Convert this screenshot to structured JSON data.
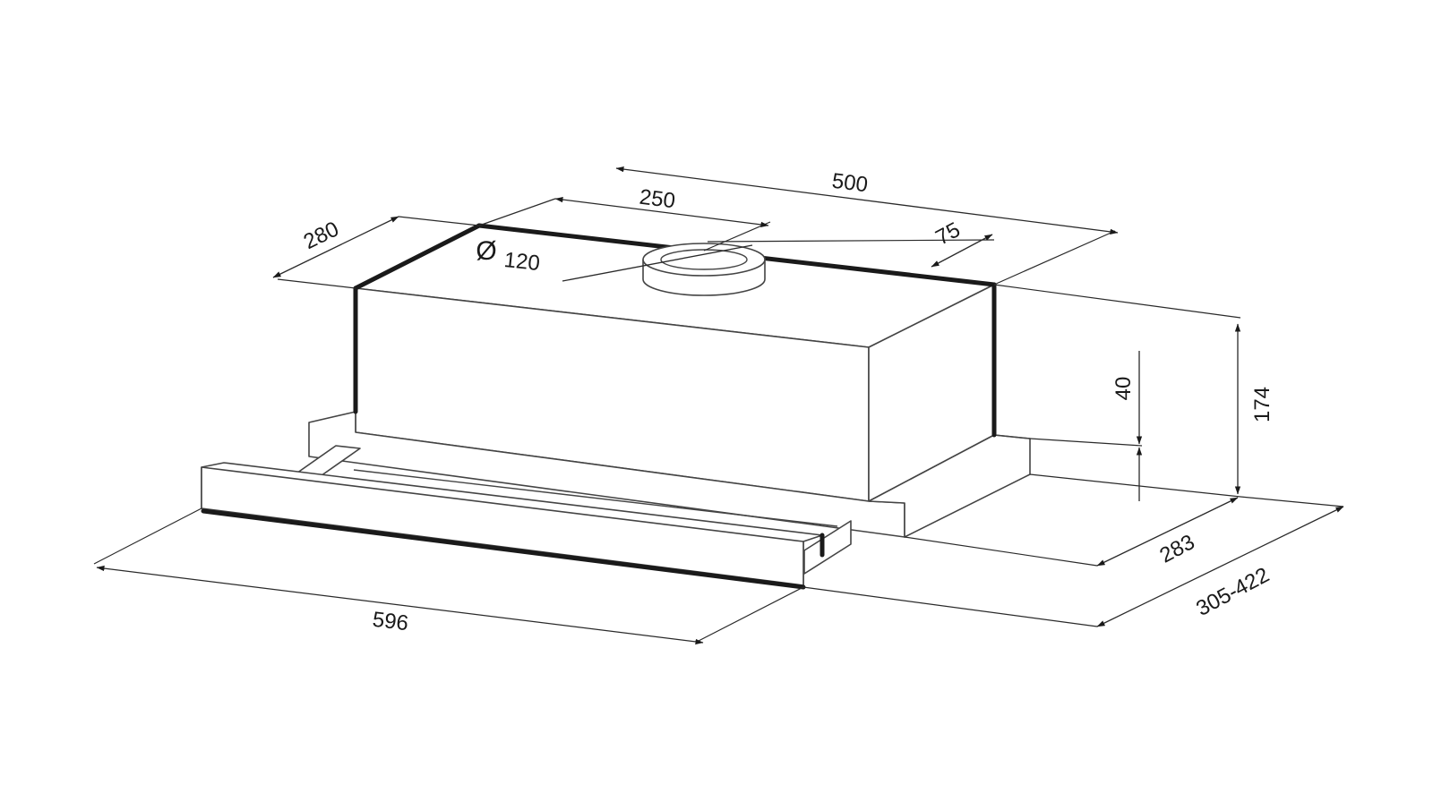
{
  "dimensions": {
    "width_top": "500",
    "outlet_offset": "250",
    "outlet_diameter_symbol": "Ø",
    "outlet_diameter": "120",
    "outlet_back_offset": "75",
    "depth_top": "280",
    "height_total": "174",
    "height_front": "40",
    "width_front": "596",
    "depth_closed": "283",
    "depth_extended": "305-422"
  },
  "colors": {
    "line": "#444444",
    "bold_edge": "#1a1a1a",
    "background": "#ffffff"
  }
}
